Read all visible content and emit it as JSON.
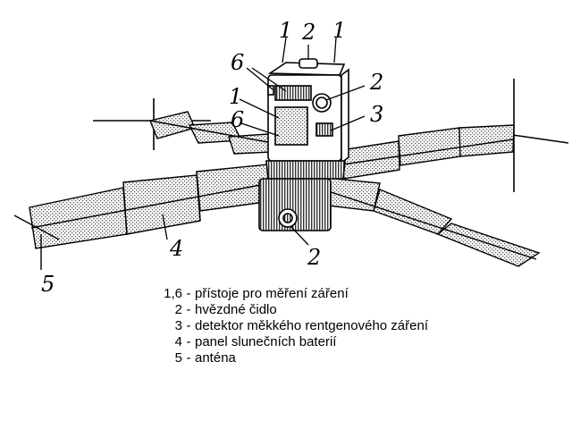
{
  "callouts": [
    {
      "id": "c1a",
      "text": "1"
    },
    {
      "id": "c2a",
      "text": "2"
    },
    {
      "id": "c1b",
      "text": "1"
    },
    {
      "id": "c6a",
      "text": "6"
    },
    {
      "id": "c2b",
      "text": "2"
    },
    {
      "id": "c1c",
      "text": "1"
    },
    {
      "id": "c3",
      "text": "3"
    },
    {
      "id": "c6b",
      "text": "6"
    },
    {
      "id": "c4",
      "text": "4"
    },
    {
      "id": "c2c",
      "text": "2"
    },
    {
      "id": "c5",
      "text": "5"
    }
  ],
  "legend": [
    {
      "num": "1,6",
      "desc": "přístoje pro měření záření"
    },
    {
      "num": "2",
      "desc": "hvězdné čidlo"
    },
    {
      "num": "3",
      "desc": "detektor měkkého rentgenového záření"
    },
    {
      "num": "4",
      "desc": "panel slunečních baterií"
    },
    {
      "num": "5",
      "desc": "anténa"
    }
  ],
  "colors": {
    "ink": "#000000",
    "paper": "#ffffff",
    "panel_fill": "#d9d9d9"
  }
}
